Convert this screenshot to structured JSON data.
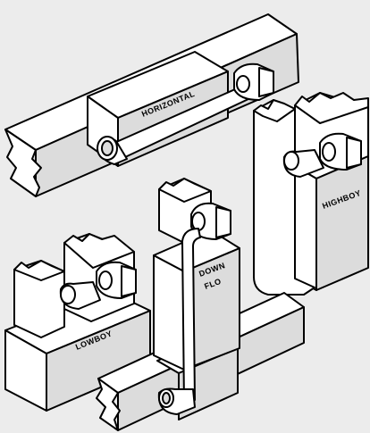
{
  "labels": {
    "horizontal": "HORIZONTAL",
    "highboy": "HIGHBOY",
    "down_line1": "DOWN",
    "down_line2": "FLO",
    "lowboy": "LOWBOY"
  },
  "colors": {
    "background": "#ececec",
    "fill": "#ffffff",
    "shade": "#dcdcdc",
    "outline": "#000000"
  }
}
